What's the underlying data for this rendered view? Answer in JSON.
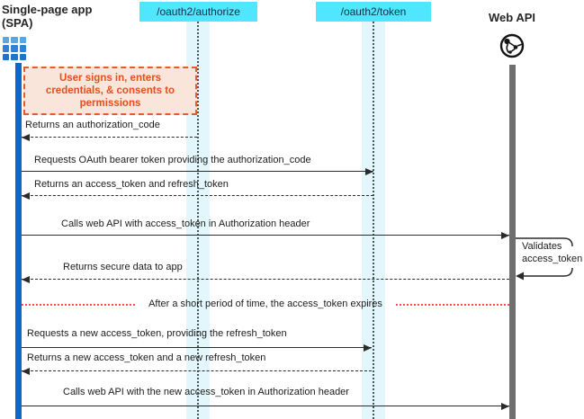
{
  "diagram": {
    "title_context": "OAuth2 authorization code flow sequence diagram",
    "actors": {
      "spa": {
        "title": "Single-page app\n(SPA)",
        "icon": "app-grid-icon"
      },
      "authorize_endpoint": {
        "label": "/oauth2/authorize"
      },
      "token_endpoint": {
        "label": "/oauth2/token"
      },
      "web_api": {
        "title": "Web API",
        "icon": "globe-icon"
      }
    },
    "note": {
      "text": "User signs in, enters credentials, & consents to permissions"
    },
    "messages": [
      {
        "label": "Returns an authorization_code",
        "from": "authorize_endpoint",
        "to": "spa",
        "style": "dashed"
      },
      {
        "label": "Requests OAuth bearer token providing the authorization_code",
        "from": "spa",
        "to": "token_endpoint",
        "style": "solid"
      },
      {
        "label": "Returns an access_token and refresh_token",
        "from": "token_endpoint",
        "to": "spa",
        "style": "dashed"
      },
      {
        "label": "Calls web API with access_token in Authorization header",
        "from": "spa",
        "to": "web_api",
        "style": "solid"
      },
      {
        "label": "Returns secure data to app",
        "from": "web_api",
        "to": "spa",
        "style": "dashed"
      },
      {
        "label": "Requests a new access_token, providing the refresh_token",
        "from": "spa",
        "to": "token_endpoint",
        "style": "solid"
      },
      {
        "label": "Returns a new access_token and a new refresh_token",
        "from": "token_endpoint",
        "to": "spa",
        "style": "dashed"
      },
      {
        "label": "Calls web API with the new access_token in Authorization header",
        "from": "spa",
        "to": "web_api",
        "style": "solid"
      }
    ],
    "self_call": {
      "label": "Validates access_token",
      "on": "web_api"
    },
    "separator": {
      "label": "After a short period of time, the access_token expires"
    },
    "colors": {
      "endpoint_box": "#50e6ff",
      "spa_lifeline": "#1266c6",
      "api_lifeline": "#6f6f6f",
      "lifeline_band": "#e2f6fb",
      "note_background": "#fae5db",
      "note_border": "#e65c26",
      "note_text": "#e34f1e",
      "separator_red": "#f84f4f",
      "arrow": "#2b2b2b"
    }
  }
}
